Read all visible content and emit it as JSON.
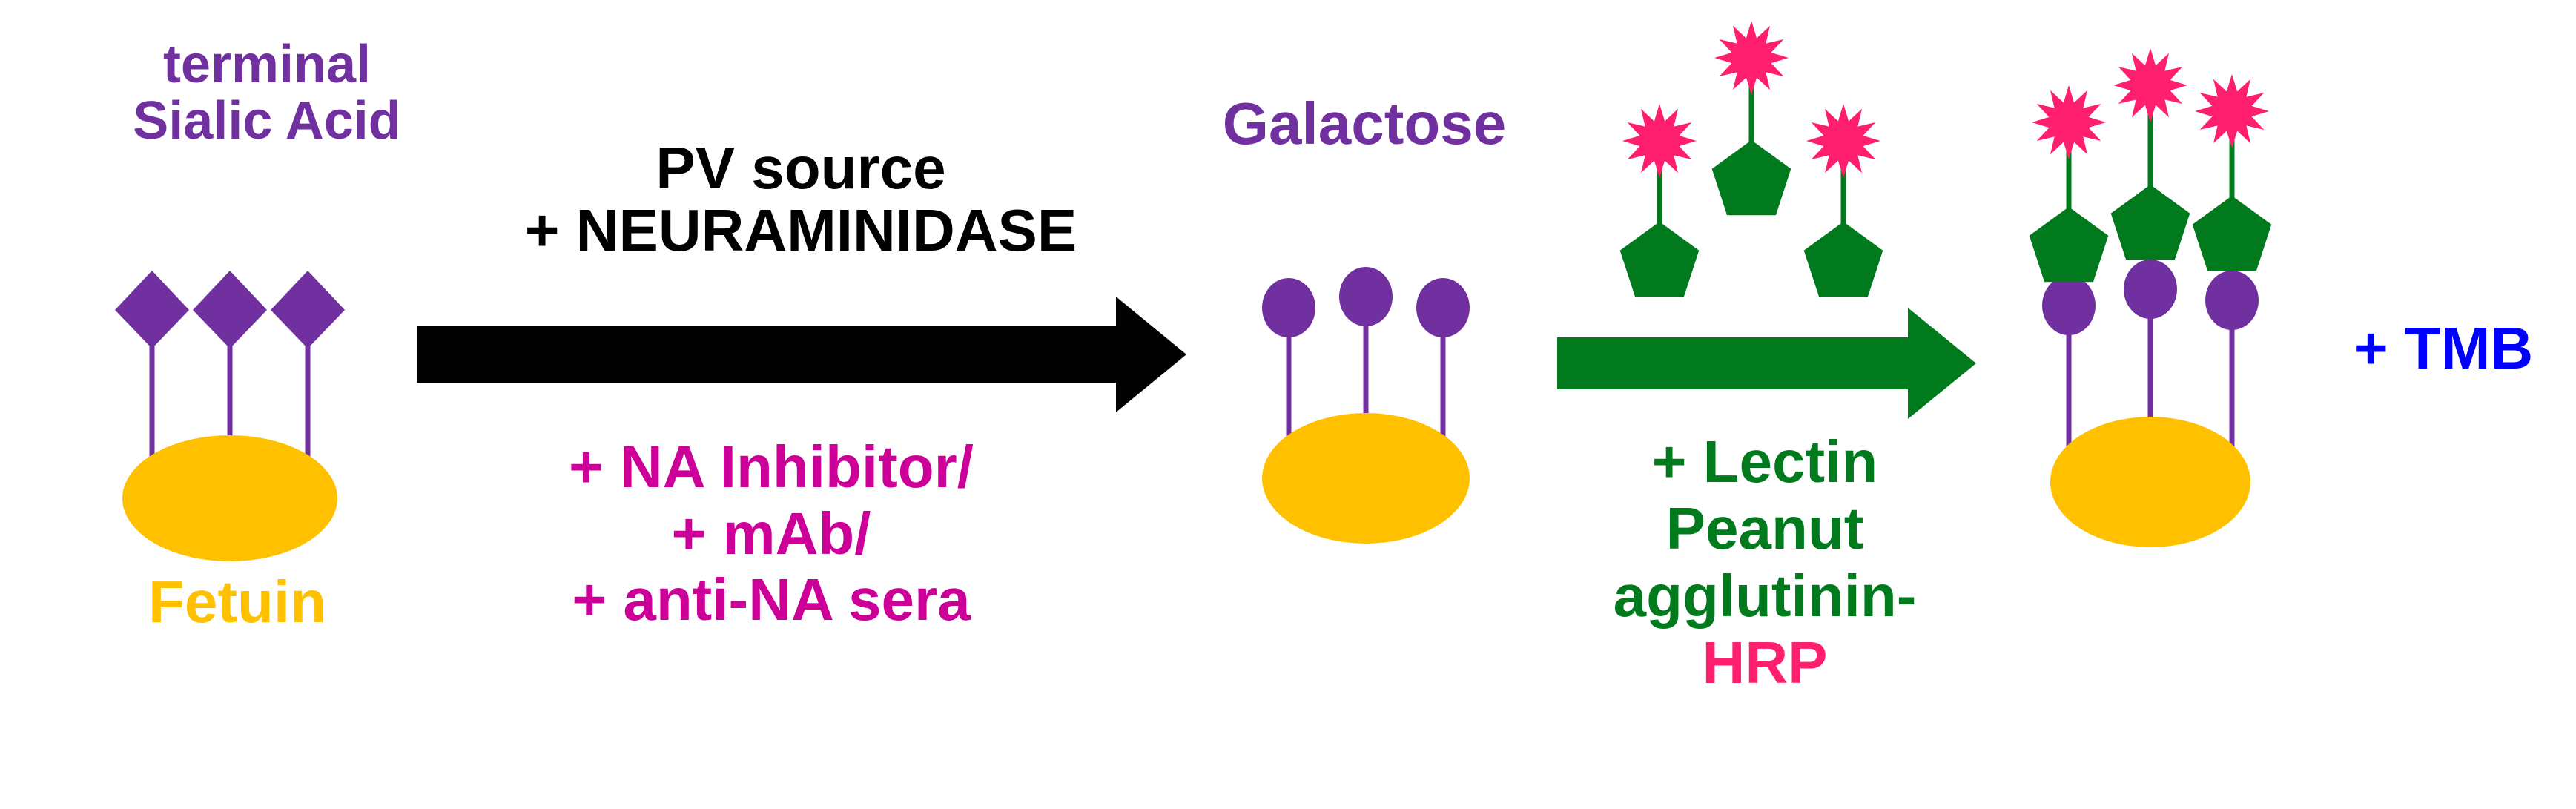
{
  "colors": {
    "purple": "#7030A0",
    "fetuin": "#FFC000",
    "magenta": "#CC0099",
    "green": "#007A1C",
    "hrp": "#FF1F6E",
    "blue": "#0000FF",
    "black": "#000000"
  },
  "step1": {
    "title_line1": "terminal",
    "title_line2": "Sialic Acid",
    "fetuin_label": "Fetuin"
  },
  "arrow1": {
    "top_line1": "PV source",
    "top_line2": "+ NEURAMINIDASE",
    "bottom_line1": "+ NA Inhibitor/",
    "bottom_line2": "+ mAb/",
    "bottom_line3": "+ anti-NA sera"
  },
  "step2": {
    "label": "Galactose"
  },
  "arrow2": {
    "line1": "+ Lectin",
    "line2": "Peanut",
    "line3": "agglutinin-",
    "line4": "HRP"
  },
  "step3": {
    "label": "+ TMB"
  },
  "icons": {
    "sialic_acid": "diamond-icon",
    "galactose": "circle-icon",
    "lectin": "pentagon-icon",
    "hrp": "starburst-icon",
    "fetuin": "ellipse-icon"
  }
}
